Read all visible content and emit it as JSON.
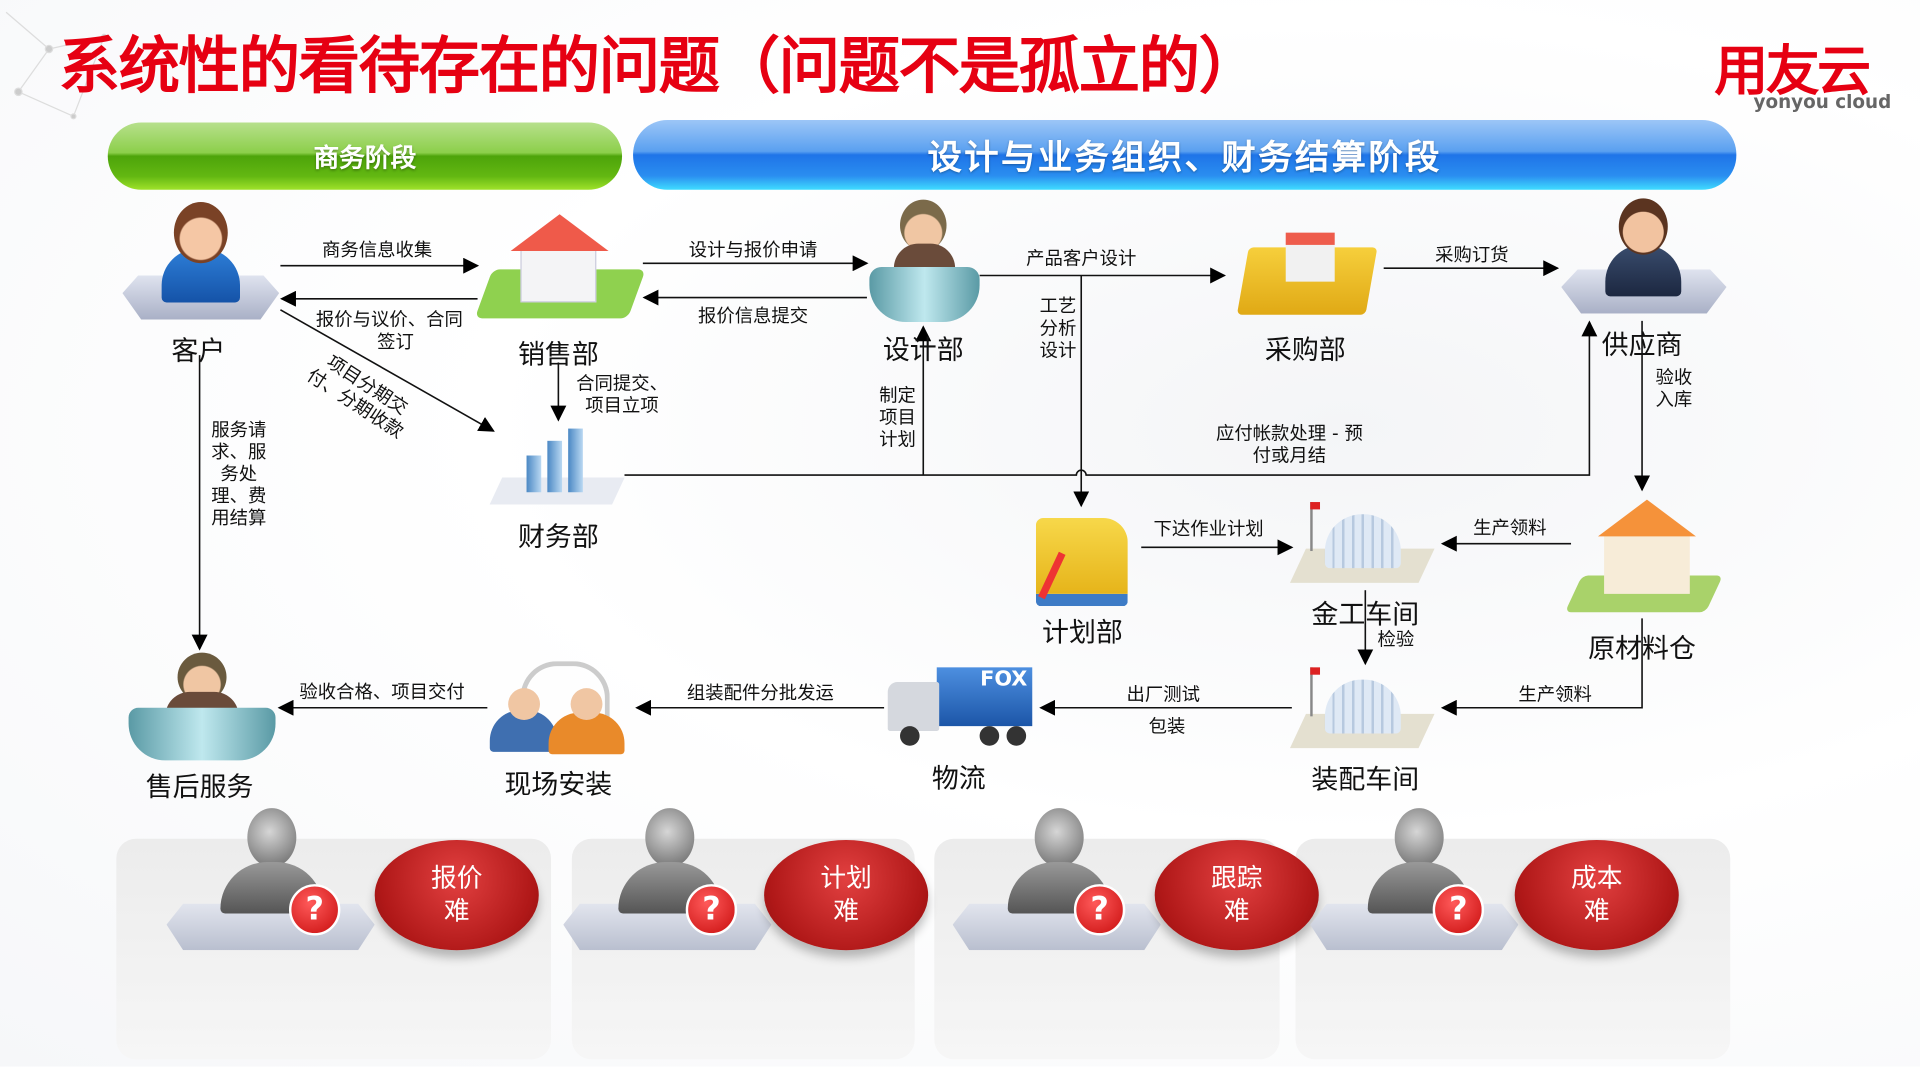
{
  "title": "系统性的看待存在的问题（问题不是孤立的）",
  "logo": {
    "name": "用友云",
    "subtitle": "yonyou cloud"
  },
  "phases": {
    "business": "商务阶段",
    "design": "设计与业务组织、财务结算阶段"
  },
  "nodes": {
    "customer": "客户",
    "sales": "销售部",
    "design": "设计部",
    "purchase": "采购部",
    "supplier": "供应商",
    "finance": "财务部",
    "planning": "计划部",
    "metalwork": "金工车间",
    "inspection": "检验",
    "warehouse": "原材料仓",
    "aftersales": "售后服务",
    "installation": "现场安装",
    "logistics": "物流",
    "assembly": "装配车间",
    "truck_brand": "FOX"
  },
  "edges": {
    "info_collect": "商务信息收集",
    "quote_negotiate": [
      "报价与议价、合同",
      "签订"
    ],
    "installment": [
      "项目分期交",
      "付、分期收款"
    ],
    "contract_submit": [
      "合同提交、",
      "项目立项"
    ],
    "design_quote_request": "设计与报价申请",
    "quote_submit": "报价信息提交",
    "product_design": "产品客户设计",
    "process_design": [
      "工艺",
      "分析",
      "设计"
    ],
    "purchase_order": "采购订货",
    "project_plan": [
      "制定",
      "项目",
      "计划"
    ],
    "payables": [
      "应付帐款处理 - 预",
      "付或月结"
    ],
    "receive_store": [
      "验收",
      "入库"
    ],
    "service": [
      "服务请",
      "求、服",
      "务处",
      "理、费",
      "用结算"
    ],
    "work_plan": "下达作业计划",
    "material_pick_1": "生产领料",
    "material_pick_2": "生产领料",
    "factory_test": "出厂测试",
    "packaging": "包装",
    "ship_parts": "组装配件分批发运",
    "acceptance": "验收合格、项目交付"
  },
  "problems": [
    {
      "line1": "报价",
      "line2": "难"
    },
    {
      "line1": "计划",
      "line2": "难"
    },
    {
      "line1": "跟踪",
      "line2": "难"
    },
    {
      "line1": "成本",
      "line2": "难"
    }
  ],
  "question_mark": "?",
  "colors": {
    "title": "#e60012",
    "problem": "#c01c1c",
    "phase_green": "#5aae10",
    "phase_blue": "#2a80ee"
  }
}
